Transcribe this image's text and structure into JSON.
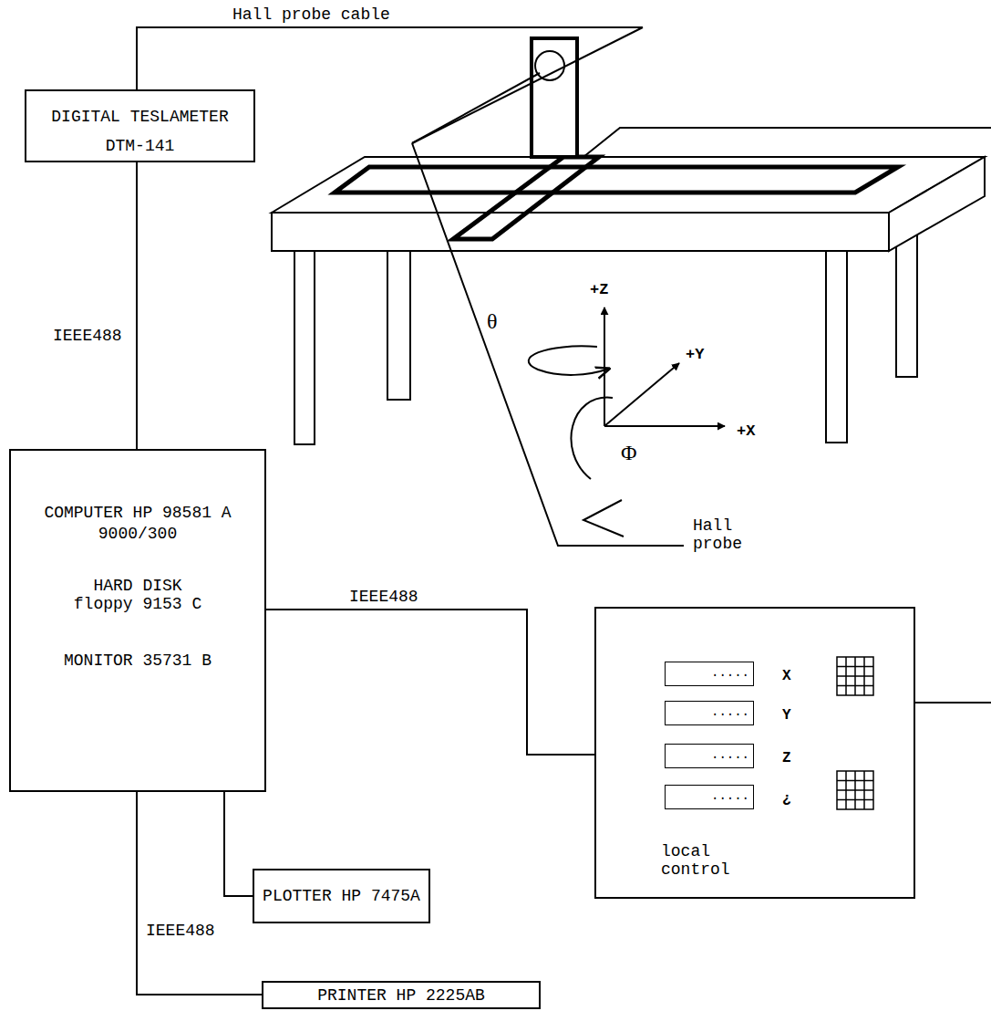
{
  "diagram": {
    "nodes": [
      {
        "text": [
          "DIGITAL TESLAMETER",
          "DTM-141"
        ]
      },
      {
        "text": [
          "COMPUTER HP 98581 A",
          "9000/300",
          "HARD DISK",
          "floppy 9153 C",
          "MONITOR 35731 B"
        ]
      },
      {
        "text": [
          "local control"
        ]
      },
      {
        "text": [
          ".....",
          "X"
        ],
        "in": 2
      },
      {
        "text": [
          ".....",
          "Y"
        ],
        "in": 2
      },
      {
        "text": [
          ".....",
          "Z"
        ],
        "in": 2
      },
      {
        "text": [
          ".....",
          "¿"
        ],
        "in": 2
      },
      {
        "text": [
          "PLOTTER HP 7475A"
        ]
      },
      {
        "text": [
          "PRINTER HP 2225AB"
        ]
      }
    ],
    "edges": [
      {
        "from": 0,
        "to": 1,
        "arrow": "none",
        "label": "IEEE488"
      },
      {
        "from": 1,
        "to": 2,
        "arrow": "none",
        "label": "IEEE488"
      },
      {
        "from": 1,
        "to": 7,
        "arrow": "none"
      },
      {
        "from": 1,
        "to": 8,
        "arrow": "none",
        "label": "IEEE488"
      }
    ],
    "labels": [
      "Hall probe cable",
      "Hall probe",
      "+Z",
      "+Y",
      "+X",
      "θ",
      "Φ"
    ]
  }
}
